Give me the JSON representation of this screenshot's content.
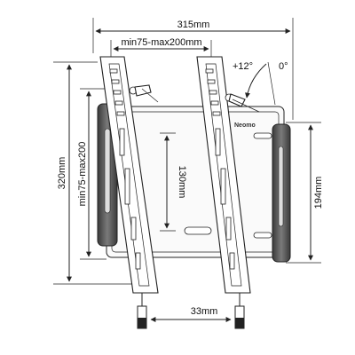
{
  "diagram": {
    "dimensions": {
      "overall_width": "315mm",
      "vesa_width": "min75-max200mm",
      "overall_height": "320mm",
      "vesa_height": "min75-max200",
      "plate_height": "194mm",
      "inner_height": "130mm",
      "depth": "33mm"
    },
    "tilt": {
      "tilt_label": "+12°",
      "zero_label": "0°"
    },
    "brand": "Neomo"
  }
}
